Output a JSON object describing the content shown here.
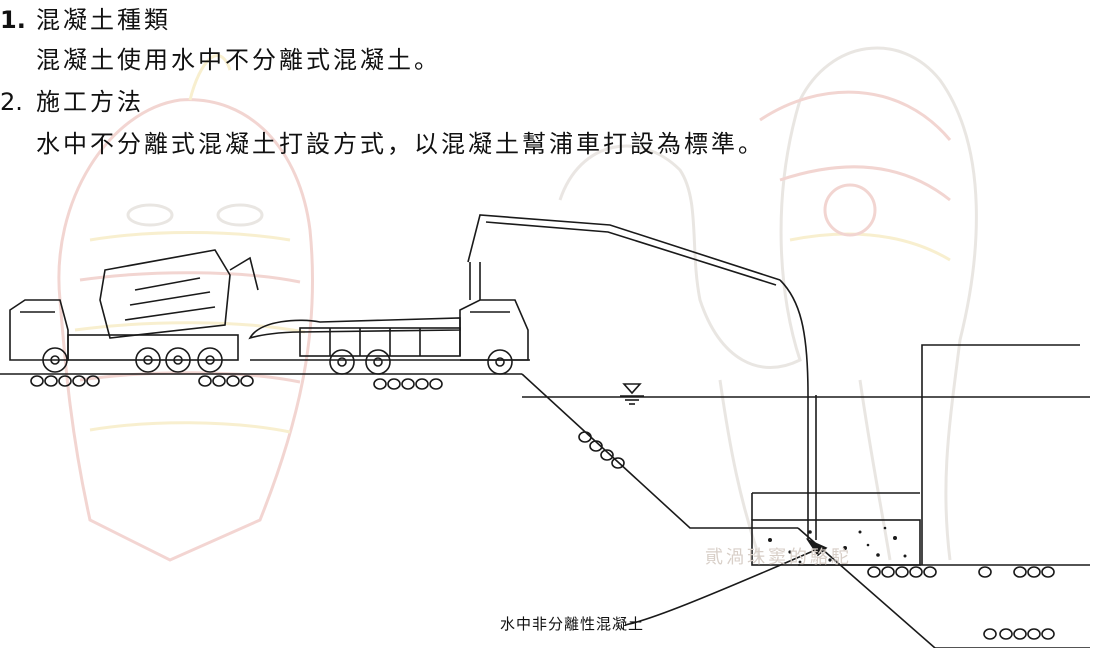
{
  "text": {
    "heading1_num": "1.",
    "heading1": "混凝土種類",
    "para1": "混凝土使用水中不分離式混凝土。",
    "heading2_num": "2.",
    "heading2": "施工方法",
    "para2": "水中不分離式混凝土打設方式，以混凝土幫浦車打設為標準。"
  },
  "diagram": {
    "label": "水中非分離性混凝土",
    "watermark_text": "貮渦珠窦的駱駝"
  },
  "colors": {
    "line": "#1a1a1a",
    "watermark_red": "#e9b3ad",
    "watermark_yellow": "#f3e3a8",
    "watermark_gray": "#d8d2cc"
  }
}
